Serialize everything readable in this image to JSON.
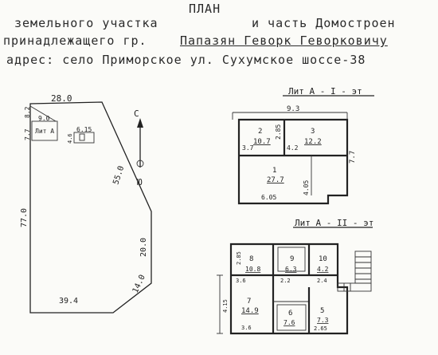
{
  "header": {
    "title": "ПЛАН",
    "line1a": "земельного участка",
    "line1b": "и часть Домостроен",
    "line2a": "принадлежащего гр.",
    "owner": "Папазян Геворк Геворковичу",
    "line3": "адрес: село Приморское ул. Сухумское шоссе-38"
  },
  "land": {
    "top": "28.0",
    "left": "77.0",
    "bottom": "39.4",
    "diag": "55.0",
    "right1": "20.0",
    "right2": "14.0",
    "small_a": "8.2",
    "small_b": "7.7",
    "house_w": "9.0",
    "house_label": "Лит А",
    "shed_w": "6.15",
    "shed_h": "4.6",
    "north": "С",
    "south": "Ю"
  },
  "floor1": {
    "title": "Лит А - I - эт",
    "width": "9.3",
    "depth": "7.7",
    "rooms": [
      {
        "num": "2",
        "area": "10.7"
      },
      {
        "num": "3",
        "area": "12.2"
      },
      {
        "num": "1",
        "area": "27.7"
      }
    ],
    "dims": [
      "2.85",
      "3.7",
      "4.2",
      "4.05",
      "6.05"
    ]
  },
  "floor2": {
    "title": "Лит А - II - эт",
    "rooms": [
      {
        "num": "8",
        "area": "10.8"
      },
      {
        "num": "9",
        "area": "6.3"
      },
      {
        "num": "10",
        "area": "4.2"
      },
      {
        "num": "7",
        "area": "14.9"
      },
      {
        "num": "6",
        "area": "7.6"
      },
      {
        "num": "5",
        "area": "7.3"
      }
    ],
    "dims": [
      "2.85",
      "3.6",
      "2.2",
      "2.4",
      "4.15",
      "3.6",
      "2.65"
    ]
  }
}
